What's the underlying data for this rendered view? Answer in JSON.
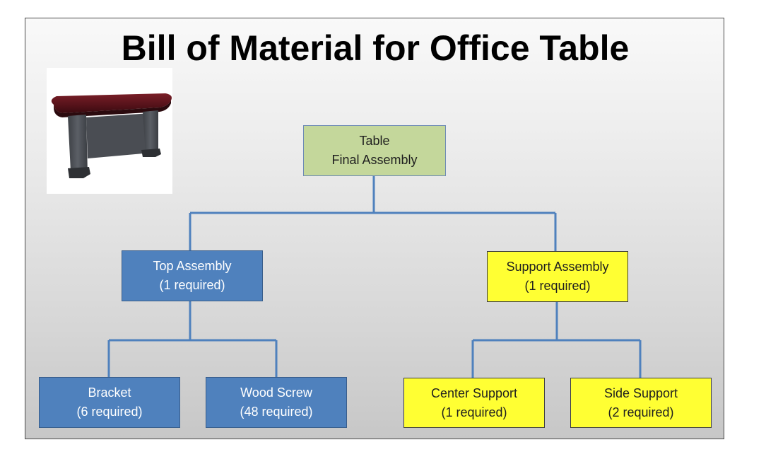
{
  "title": "Bill of Material for Office Table",
  "image": {
    "subject": "office conference table with cherry top and gray base"
  },
  "colors": {
    "root_fill": "#c4d79b",
    "blue_fill": "#4f81bd",
    "yellow_fill": "#ffff33",
    "connector": "#4f81bd"
  },
  "tree": {
    "root": {
      "line1": "Table",
      "line2": "Final Assembly"
    },
    "top_assembly": {
      "line1": "Top Assembly",
      "line2": "(1 required)"
    },
    "support_assembly": {
      "line1": "Support Assembly",
      "line2": "(1 required)"
    },
    "bracket": {
      "line1": "Bracket",
      "line2": "(6 required)"
    },
    "wood_screw": {
      "line1": "Wood Screw",
      "line2": "(48 required)"
    },
    "center_support": {
      "line1": "Center Support",
      "line2": "(1 required)"
    },
    "side_support": {
      "line1": "Side Support",
      "line2": "(2 required)"
    }
  }
}
